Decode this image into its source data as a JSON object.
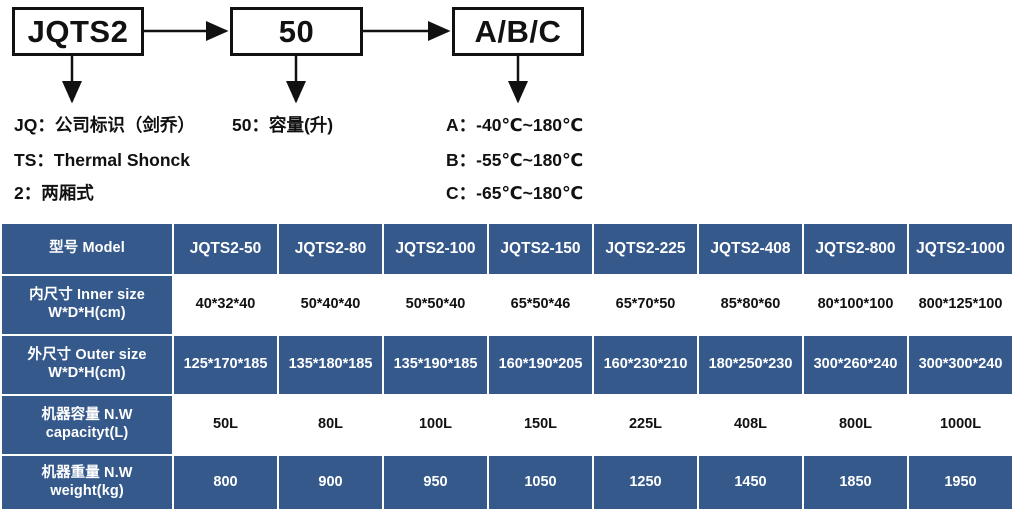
{
  "diagram": {
    "boxes": [
      {
        "name": "model-code",
        "text": "JQTS2"
      },
      {
        "name": "capacity-code",
        "text": "50"
      },
      {
        "name": "temp-code",
        "text": "A/B/C"
      }
    ],
    "legend_left": [
      {
        "key": "JQ：",
        "value": "公司标识（剑乔）"
      },
      {
        "key": "TS：",
        "value": "Thermal Shonck"
      },
      {
        "key": "2：",
        "value": "两厢式"
      }
    ],
    "legend_middle": [
      {
        "key": "50：",
        "value": "容量(升)"
      }
    ],
    "legend_right": [
      {
        "key": "A：",
        "value": "-40℃~180℃"
      },
      {
        "key": "B：",
        "value": "-55℃~180℃"
      },
      {
        "key": "C：",
        "value": "-65℃~180℃"
      }
    ]
  },
  "colors": {
    "table_blue": "#35598B",
    "table_white": "#FFFFFF",
    "box_border": "#111111"
  },
  "table": {
    "row_labels": [
      "型号 Model",
      "内尺寸 Inner size\nW*D*H(cm)",
      "外尺寸 Outer size\nW*D*H(cm)",
      "机器容量 N.W\ncapacityt(L)",
      "机器重量 N.W\nweight(kg)"
    ],
    "row_labels_parts": [
      {
        "line1": "型号 Model",
        "line2": ""
      },
      {
        "line1": "内尺寸 Inner size",
        "line2": "W*D*H(cm)"
      },
      {
        "line1": "外尺寸 Outer size",
        "line2": "W*D*H(cm)"
      },
      {
        "line1": "机器容量 N.W",
        "line2": "capacityt(L)"
      },
      {
        "line1": "机器重量 N.W",
        "line2": "weight(kg)"
      }
    ],
    "models": [
      "JQTS2-50",
      "JQTS2-80",
      "JQTS2-100",
      "JQTS2-150",
      "JQTS2-225",
      "JQTS2-408",
      "JQTS2-800",
      "JQTS2-1000"
    ],
    "inner_size": [
      "40*32*40",
      "50*40*40",
      "50*50*40",
      "65*50*46",
      "65*70*50",
      "85*80*60",
      "80*100*100",
      "800*125*100"
    ],
    "outer_size": [
      "125*170*185",
      "135*180*185",
      "135*190*185",
      "160*190*205",
      "160*230*210",
      "180*250*230",
      "300*260*240",
      "300*300*240"
    ],
    "capacity": [
      "50L",
      "80L",
      "100L",
      "150L",
      "225L",
      "408L",
      "800L",
      "1000L"
    ],
    "weight": [
      "800",
      "900",
      "950",
      "1050",
      "1250",
      "1450",
      "1850",
      "1950"
    ]
  }
}
